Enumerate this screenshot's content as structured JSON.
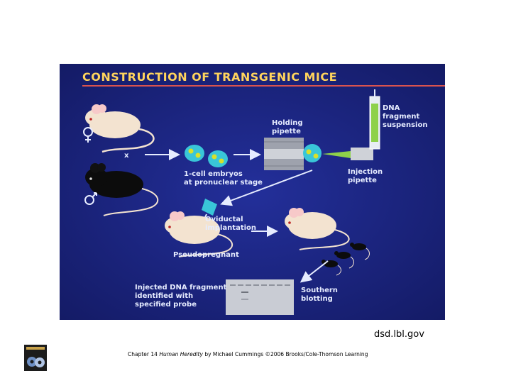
{
  "diagram": {
    "title": "CONSTRUCTION OF TRANSGENIC MICE",
    "cross_symbol": "x",
    "labels": {
      "embryos_line1": "1-cell embryos",
      "embryos_line2": "at pronuclear stage",
      "holding_line1": "Holding",
      "holding_line2": "pipette",
      "dna_line1": "DNA",
      "dna_line2": "fragment",
      "dna_line3": "suspension",
      "injection_line1": "Injection",
      "injection_line2": "pipette",
      "oviductal_line1": "Oviductal",
      "oviductal_line2": "implantation",
      "pseudopregnant": "Pseudopregnant",
      "injected_line1": "Injected DNA fragment",
      "injected_line2": "identified with",
      "injected_line3": "specified probe",
      "southern_line1": "Southern",
      "southern_line2": "blotting"
    },
    "colors": {
      "background": "#1a237e",
      "title": "#ffd45c",
      "title_rule": "#d9534f",
      "embryo": "#39c6d8",
      "pronucleus": "#d8e02a",
      "dna": "#8ed14a"
    }
  },
  "source_credit": "dsd.lbl.gov",
  "footer": {
    "prefix": "Chapter 14",
    "book_title": "Human Heredity",
    "suffix": "by Michael Cummings ©2006 Brooks/Cole-Thomson Learning"
  }
}
